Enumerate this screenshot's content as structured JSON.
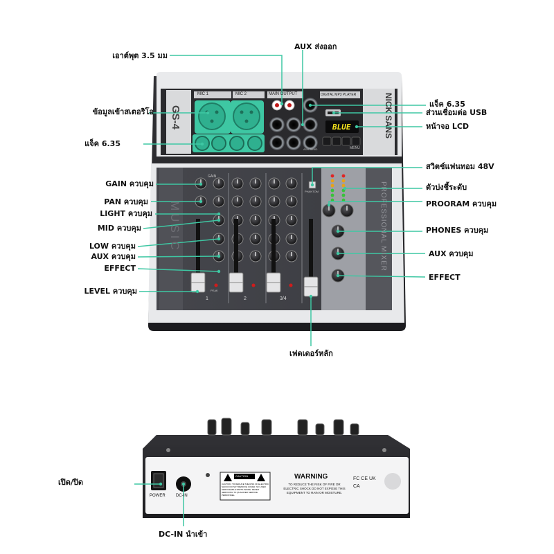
{
  "colors": {
    "accent": "#3ec7a3",
    "body_dark": "#2b2b2e",
    "panel_light": "#4a4b50",
    "lcd_text": "#f7e61c"
  },
  "callouts_left": [
    {
      "id": "aux-out-3-5",
      "text": "เอาต์พุต 3.5 มม"
    },
    {
      "id": "stereo-in",
      "text": "ข้อมูลเข้าสเตอริโอ"
    },
    {
      "id": "jack-left",
      "text": "แจ็ค 6.35"
    },
    {
      "id": "gain",
      "text": "GAIN ควบคุม"
    },
    {
      "id": "pan",
      "text": "PAN ควบคุม"
    },
    {
      "id": "light",
      "text": "LIGHT ควบคุม"
    },
    {
      "id": "mid",
      "text": "MID ควบคุม"
    },
    {
      "id": "low",
      "text": "LOW ควบคุม"
    },
    {
      "id": "aux",
      "text": "AUX ควบคุม"
    },
    {
      "id": "effect-left",
      "text": "EFFECT"
    },
    {
      "id": "level",
      "text": "LEVEL ควบคุม"
    }
  ],
  "callouts_right": [
    {
      "id": "jack-right",
      "text": "แจ็ค 6.35"
    },
    {
      "id": "usb",
      "text": "ส่วนเชื่อมต่อ USB"
    },
    {
      "id": "lcd",
      "text": "หน้าจอ LCD"
    },
    {
      "id": "phantom",
      "text": "สวิตช์แฟนทอม 48V"
    },
    {
      "id": "meter",
      "text": "ตัวบ่งชี้ระดับ"
    },
    {
      "id": "program",
      "text": "PROORAM ควบคุม"
    },
    {
      "id": "phones",
      "text": "PHONES ควบคุม"
    },
    {
      "id": "aux-right",
      "text": "AUX ควบคุม"
    },
    {
      "id": "effect-right",
      "text": "EFFECT"
    }
  ],
  "callout_top": {
    "text": "AUX ส่งออก"
  },
  "callout_bottom_fader": {
    "text": "เฟดเดอร์หลัก"
  },
  "callout_power": {
    "text": "เปิด/ปิด"
  },
  "callout_dcin": {
    "text": "DC-IN นำเข้า"
  },
  "device": {
    "model": "GS-4",
    "brand": "NICK SANS",
    "side_text": "MUSIC",
    "right_text": "PROFESSIONAL MIXER",
    "mic1": "MIC 1",
    "mic2": "MIC 2",
    "main_output": "MAIN OUTPUT",
    "mp3_title": "DIGITAL MP3 PLAYER",
    "lcd_text": "BLUE",
    "ch_labels": [
      "1",
      "2",
      "3/4"
    ],
    "gain_label": "GAIN",
    "phantom_label": "PHANTOM",
    "peak_label": "PEAK",
    "menu_label": "MENU",
    "aux_send": "AUX SEND"
  },
  "back_panel": {
    "power_label": "POWER",
    "dcin_label": "DC-IN",
    "caution": "CAUTION",
    "warning_title": "WARNING",
    "warning_body": "TO REDUCE THE RISK OF FIRE OR ELECTRIC SHOCK DO NOT EXPOSE THIS EQUIPMENT TO RAIN OR MOISTURE.",
    "caution_body": "CAUTION: TO REDUCE THE RISK OF ELECTRIC SHOCK DO NOT REMOVE COVER. NO USER SERVICEABLE PARTS INSIDE. REFER SERVICING TO QUALIFIED SERVICE PERSONNEL.",
    "cert_text": "FC CE UK CA"
  }
}
